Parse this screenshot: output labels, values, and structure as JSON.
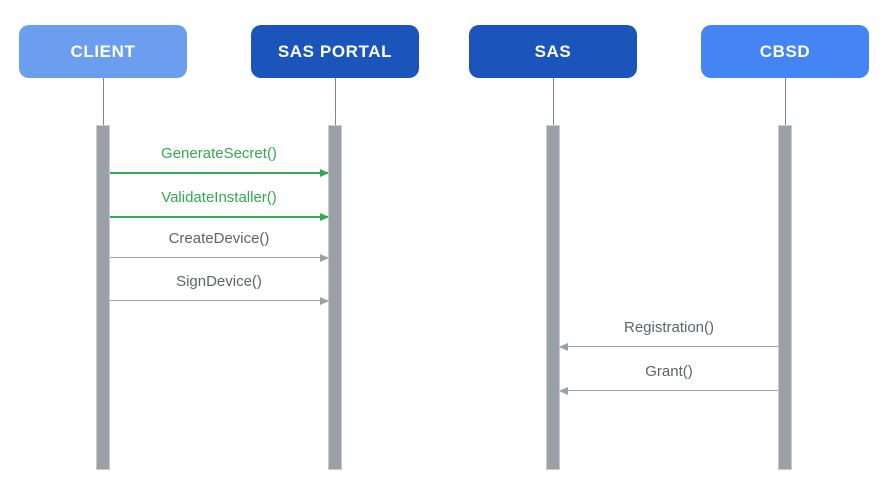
{
  "diagram": {
    "type": "sequence-diagram",
    "background_color": "#ffffff",
    "actors": [
      {
        "id": "client",
        "label": "CLIENT",
        "box_color": "#6c9ef0",
        "label_color": "#ffffff"
      },
      {
        "id": "sas-portal",
        "label": "SAS PORTAL",
        "box_color": "#1b55bb",
        "label_color": "#ffffff"
      },
      {
        "id": "sas",
        "label": "SAS",
        "box_color": "#1b55bb",
        "label_color": "#ffffff"
      },
      {
        "id": "cbsd",
        "label": "CBSD",
        "box_color": "#4484f3",
        "label_color": "#ffffff"
      }
    ],
    "messages": [
      {
        "label": "GenerateSecret()",
        "from": "client",
        "to": "sas-portal",
        "label_color": "#34a853",
        "line_color": "#34a853",
        "line_width": 2
      },
      {
        "label": "ValidateInstaller()",
        "from": "client",
        "to": "sas-portal",
        "label_color": "#34a853",
        "line_color": "#34a853",
        "line_width": 2
      },
      {
        "label": "CreateDevice()",
        "from": "client",
        "to": "sas-portal",
        "label_color": "#5f6368",
        "line_color": "#9aa0a6",
        "line_width": 1
      },
      {
        "label": "SignDevice()",
        "from": "client",
        "to": "sas-portal",
        "label_color": "#5f6368",
        "line_color": "#9aa0a6",
        "line_width": 1
      },
      {
        "label": "Registration()",
        "from": "cbsd",
        "to": "sas",
        "label_color": "#5f6368",
        "line_color": "#9aa0a6",
        "line_width": 1
      },
      {
        "label": "Grant()",
        "from": "cbsd",
        "to": "sas",
        "label_color": "#5f6368",
        "line_color": "#9aa0a6",
        "line_width": 1
      }
    ],
    "lifeline": {
      "stub_color": "#80868b",
      "activation_bar_color": "#9aa0a6"
    }
  }
}
